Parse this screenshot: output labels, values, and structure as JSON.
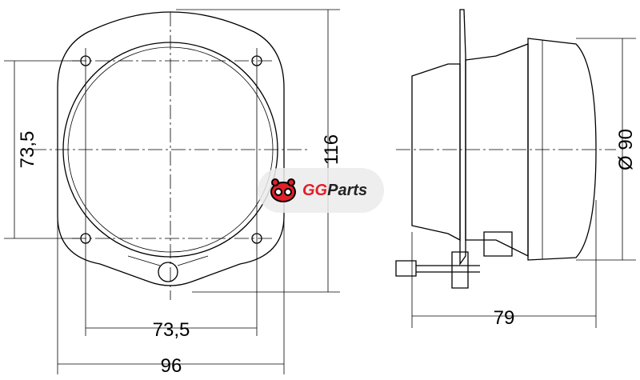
{
  "front_view": {
    "dim_hole_vertical": "73,5",
    "dim_height": "116",
    "dim_hole_horizontal": "73,5",
    "dim_width": "96"
  },
  "side_view": {
    "dim_diameter": "Ø 90",
    "dim_depth": "79"
  },
  "watermark": {
    "brand_a": "GG",
    "brand_b": "Parts",
    "accent": "#e0202a"
  }
}
